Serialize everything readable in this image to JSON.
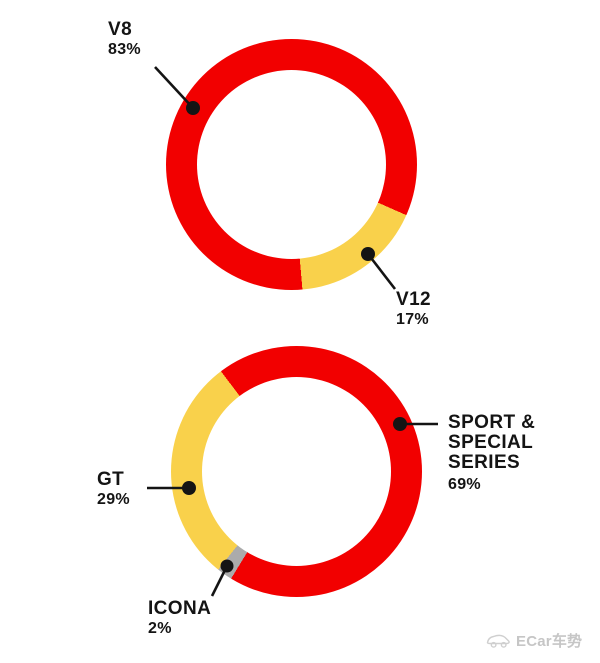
{
  "page": {
    "background": "#ffffff"
  },
  "colors": {
    "red": "#F20000",
    "yellow": "#F9D14B",
    "gray": "#ABABAB",
    "label_text": "#141414",
    "leader_line": "#141414",
    "watermark_gray": "#c6c6c6"
  },
  "chart_data": [
    {
      "type": "pie",
      "subtype": "donut",
      "title": "",
      "legend_position": "none",
      "start_angle_deg": 175,
      "direction": "clockwise",
      "slices": [
        {
          "label": "V8",
          "value_pct": 83,
          "pct_label": "83%",
          "color": "#F20000"
        },
        {
          "label": "V12",
          "value_pct": 17,
          "pct_label": "17%",
          "color": "#F9D14B"
        }
      ]
    },
    {
      "type": "pie",
      "subtype": "donut",
      "title": "",
      "legend_position": "none",
      "start_angle_deg": 323,
      "direction": "clockwise",
      "slices": [
        {
          "label": "SPORT & SPECIAL SERIES",
          "value_pct": 69,
          "pct_label": "69%",
          "color": "#F20000"
        },
        {
          "label": "ICONA",
          "value_pct": 2,
          "pct_label": "2%",
          "color": "#ABABAB"
        },
        {
          "label": "GT",
          "value_pct": 29,
          "pct_label": "29%",
          "color": "#F9D14B"
        }
      ]
    }
  ],
  "watermark": {
    "text": "ECar车势",
    "icon": "car-logo-icon"
  }
}
